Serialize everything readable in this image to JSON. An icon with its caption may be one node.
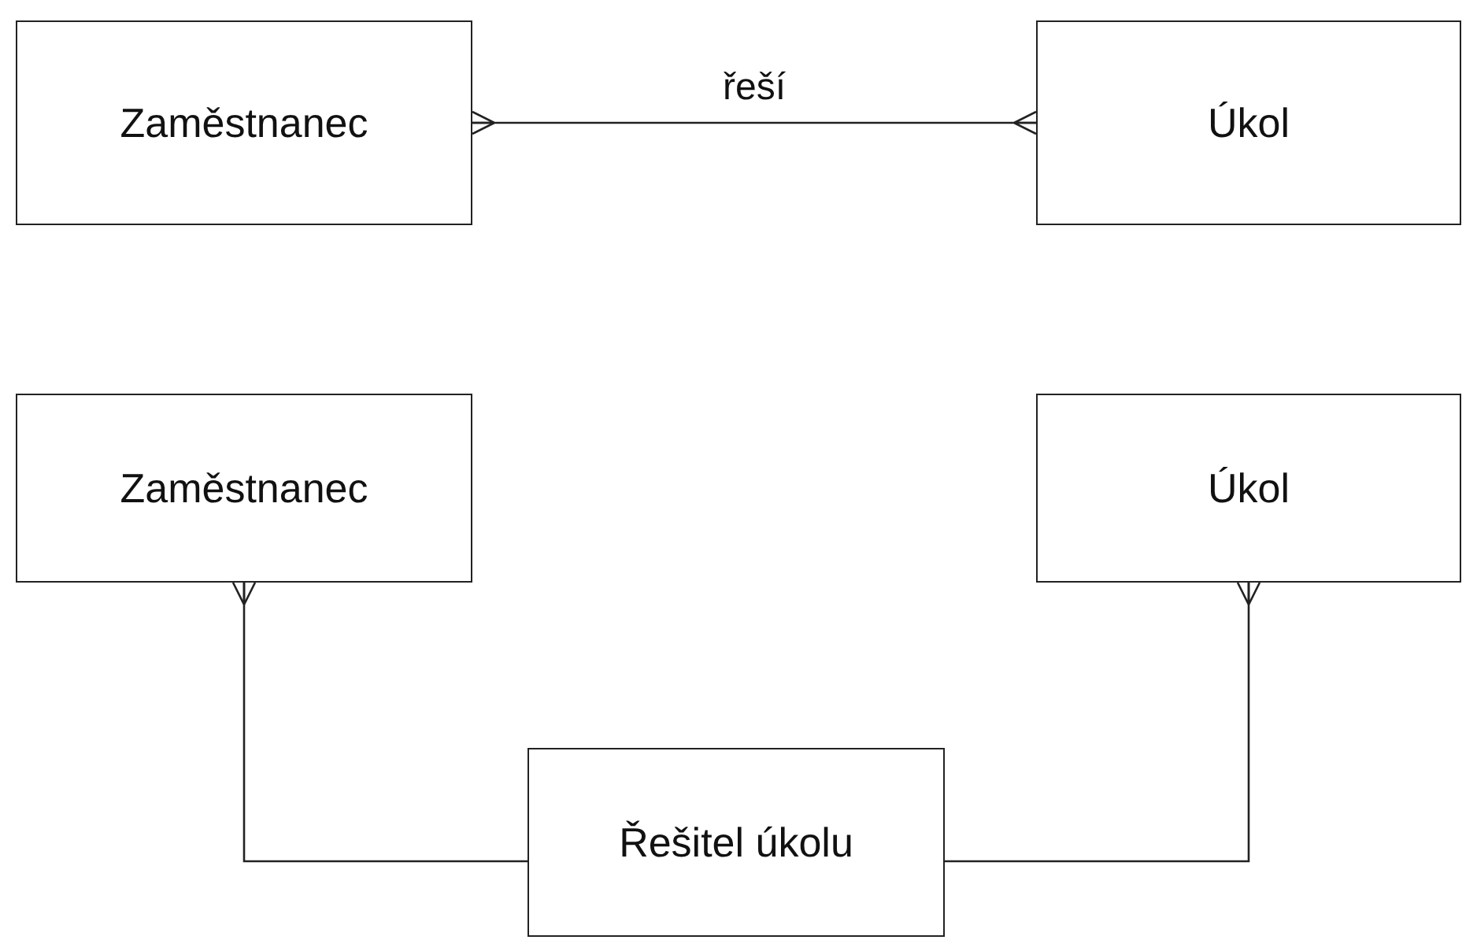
{
  "diagram": {
    "nodes": [
      {
        "text": [
          "Zaměstnanec"
        ]
      },
      {
        "text": [
          "Úkol"
        ]
      },
      {
        "text": [
          "Zaměstnanec"
        ]
      },
      {
        "text": [
          "Úkol"
        ]
      },
      {
        "text": [
          "Řešitel úkolu"
        ]
      }
    ],
    "edges": [
      {
        "from": 0,
        "to": 1,
        "arrow": "other",
        "label": "řeší"
      },
      {
        "from": 2,
        "to": 4,
        "arrow": "other"
      },
      {
        "from": 3,
        "to": 4,
        "arrow": "other"
      }
    ]
  }
}
